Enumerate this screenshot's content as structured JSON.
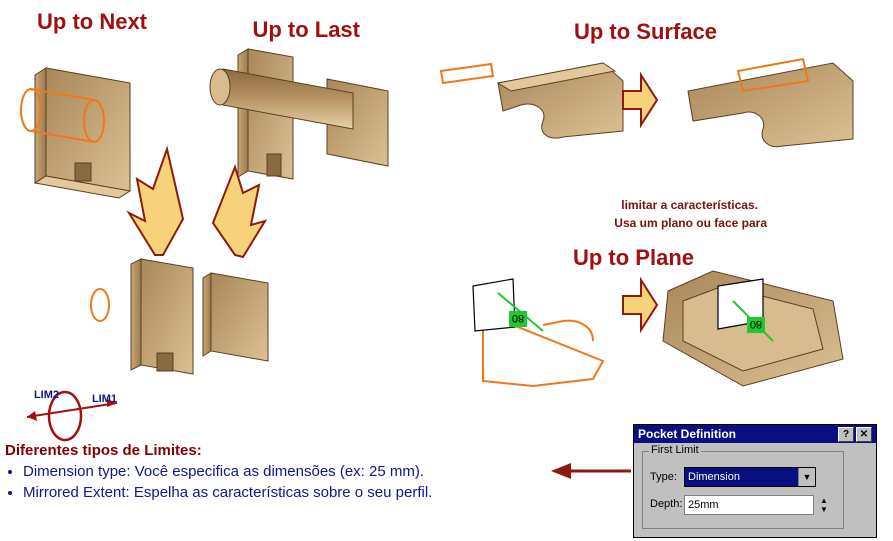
{
  "headings": {
    "up_to_next": "Up to Next",
    "up_to_last": "Up to Last",
    "up_to_surface": "Up to Surface",
    "up_to_plane": "Up to Plane"
  },
  "plane_note": {
    "line1": "Usa um plano ou face para",
    "line2": "limitar  a características."
  },
  "limits": {
    "title": "Diferentes tipos de Limites:",
    "items": [
      "Dimension type: Você especifica as dimensões (ex: 25 mm).",
      "Mirrored Extent: Espelha as características sobre o seu perfil."
    ],
    "lim1": "LIM1",
    "lim2": "LIM2"
  },
  "dialog": {
    "title": "Pocket Definition",
    "help_btn": "?",
    "close_btn": "✕",
    "group_label": "First Limit",
    "type_label": "Type:",
    "type_value": "Dimension",
    "depth_label": "Depth:",
    "depth_value": "25mm"
  },
  "colors": {
    "heading": "#a01010",
    "arrow_fill": "#f8d27a",
    "arrow_stroke": "#8c1a10",
    "part_fill": "#c9a878",
    "profile_orange": "#f07818",
    "dim_green": "#1ec832",
    "dialog_title_bg": "#0a1080",
    "bullet_text": "#14148c"
  },
  "icons": {
    "dim_badge": "dimension-label-icon",
    "pointer": "left-arrow-icon"
  },
  "dim_badge": "80"
}
